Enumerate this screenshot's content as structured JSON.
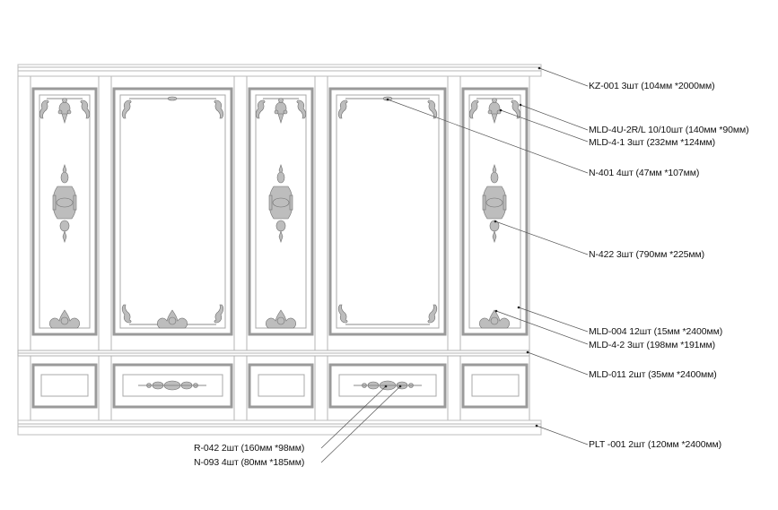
{
  "drawing": {
    "title": "Wall panel moulding elevation",
    "upper_panels": 5,
    "lower_panels": 5
  },
  "labels": [
    {
      "id": "kz001",
      "code": "KZ-001",
      "text": "KZ-001 3шт (104мм *2000мм)",
      "qty": "3шт",
      "size": "104мм *2000мм"
    },
    {
      "id": "mld4u",
      "code": "MLD-4U-2R/L",
      "text": "MLD-4U-2R/L 10/10шт (140мм *90мм)",
      "qty": "10/10шт",
      "size": "140мм *90мм"
    },
    {
      "id": "mld41",
      "code": "MLD-4-1",
      "text": "MLD-4-1  3шт (232мм *124мм)",
      "qty": "3шт",
      "size": "232мм *124мм"
    },
    {
      "id": "n401",
      "code": "N-401",
      "text": "N-401 4шт (47мм *107мм)",
      "qty": "4шт",
      "size": "47мм *107мм"
    },
    {
      "id": "n422",
      "code": "N-422",
      "text": "N-422 3шт (790мм *225мм)",
      "qty": "3шт",
      "size": "790мм *225мм"
    },
    {
      "id": "mld004",
      "code": "MLD-004",
      "text": "MLD-004  12шт (15мм *2400мм)",
      "qty": "12шт",
      "size": "15мм *2400мм"
    },
    {
      "id": "mld42",
      "code": "MLD-4-2",
      "text": "MLD-4-2  3шт (198мм *191мм)",
      "qty": "3шт",
      "size": "198мм *191мм"
    },
    {
      "id": "mld011",
      "code": "MLD-011",
      "text": "MLD-011  2шт (35мм *2400мм)",
      "qty": "2шт",
      "size": "35мм *2400мм"
    },
    {
      "id": "plt001",
      "code": "PLT -001",
      "text": "PLT -001  2шт (120мм *2400мм)",
      "qty": "2шт",
      "size": "120мм *2400мм"
    },
    {
      "id": "r042",
      "code": "R-042",
      "text": "R-042  2шт (160мм *98мм)",
      "qty": "2шт",
      "size": "160мм *98мм"
    },
    {
      "id": "n093",
      "code": "N-093",
      "text": "N-093  4шт (80мм *185мм)",
      "qty": "4шт",
      "size": "80мм *185мм"
    }
  ]
}
